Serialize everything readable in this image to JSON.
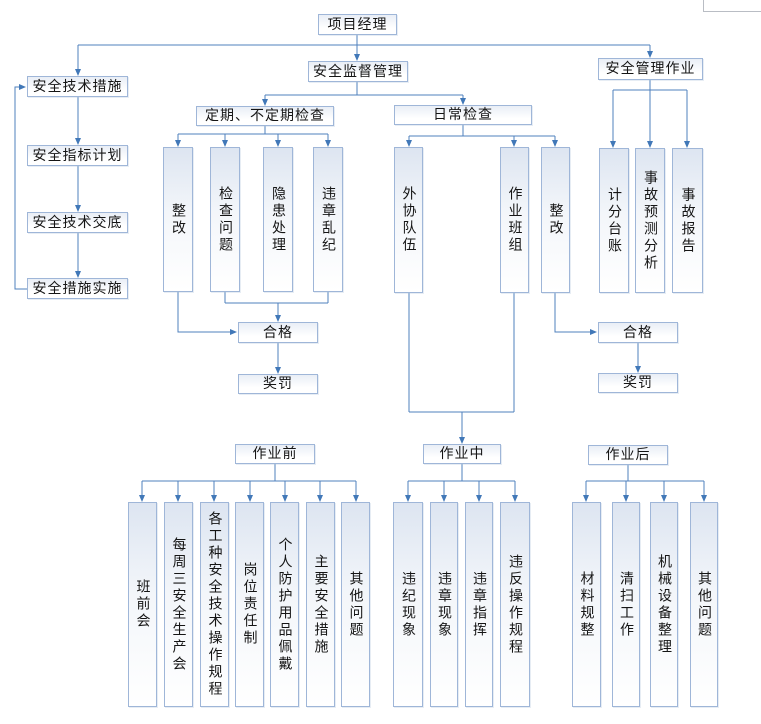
{
  "colors": {
    "connector": "#4f81bd",
    "box_border": "#9fb6d8",
    "box_fill_top": "#dde5f1",
    "text": "#151515"
  },
  "root": {
    "label": "项目经理"
  },
  "left_chain": {
    "items": [
      "安全技术措施",
      "安全指标计划",
      "安全技术交底",
      "安全措施实施"
    ]
  },
  "supervision": {
    "label": "安全监督管理",
    "periodic": {
      "label": "定期、不定期检查",
      "items": [
        "整改",
        "检查问题",
        "隐患处理",
        "违章乱纪"
      ],
      "pass": "合格",
      "reward": "奖罚"
    },
    "daily": {
      "label": "日常检查",
      "items": [
        "外协队伍",
        "作业班组",
        "整改"
      ],
      "pass": "合格",
      "reward": "奖罚"
    }
  },
  "management": {
    "label": "安全管理作业",
    "items": [
      "计分台账",
      "事故预测分析",
      "事故报告"
    ]
  },
  "phases": {
    "before": {
      "label": "作业前",
      "items": [
        "班前会",
        "每周三安全生产会",
        "各工种安全技术操作规程",
        "岗位责任制",
        "个人防护用品佩戴",
        "主要安全措施",
        "其他问题"
      ]
    },
    "during": {
      "label": "作业中",
      "items": [
        "违纪现象",
        "违章现象",
        "违章指挥",
        "违反操作规程"
      ]
    },
    "after": {
      "label": "作业后",
      "items": [
        "材料规整",
        "清扫工作",
        "机械设备整理",
        "其他问题"
      ]
    }
  }
}
